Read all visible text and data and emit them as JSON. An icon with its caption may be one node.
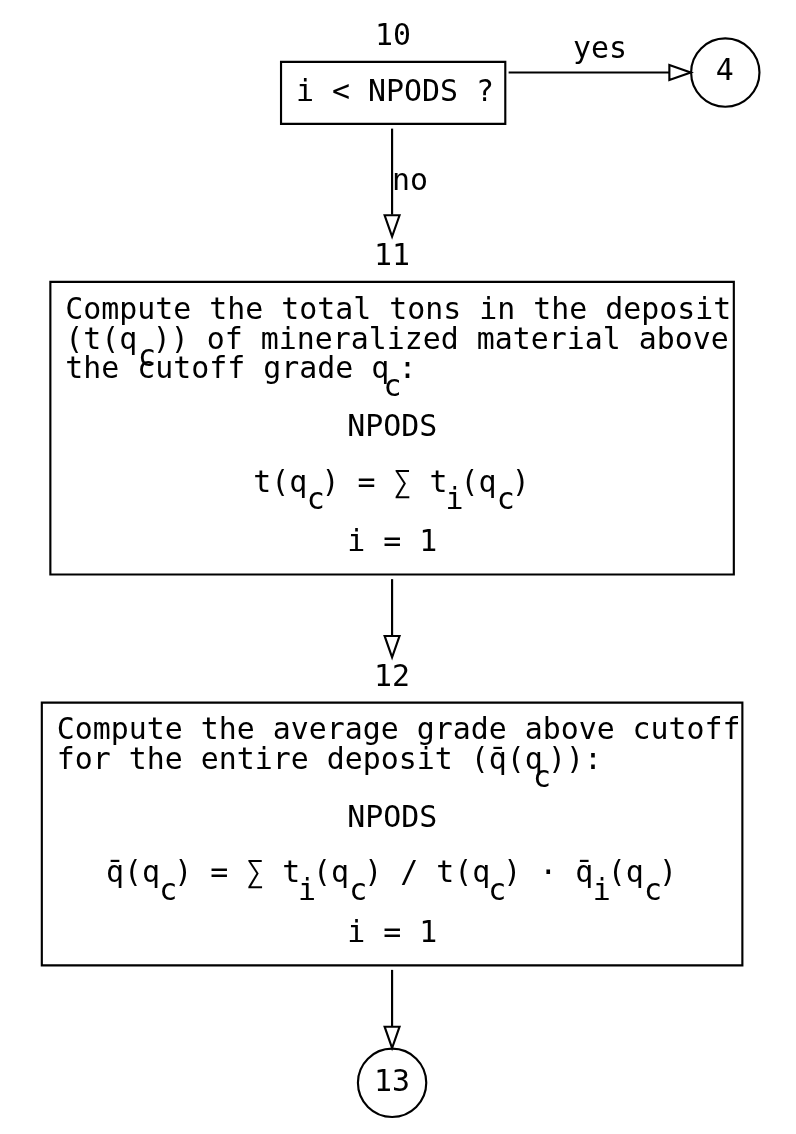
{
  "diagram": {
    "nodes": [
      {
        "text": [
          "i < NPODS ?"
        ],
        "beside": [
          "10"
        ]
      },
      {
        "text": [
          "4"
        ]
      },
      {
        "text": [
          "Compute the total tons in the deposit (t(q$_{c}$)) of mineralized material above the cutoff grade q$_{c}$:",
          "NPODS",
          "t(q$_{c}$) = ∑ t$_{i}$(q$_{c}$)",
          "i = 1"
        ],
        "beside": [
          "11"
        ]
      },
      {
        "text": [
          "Compute the average grade above cutoff for the entire deposit (q̄(q$_{c}$)):",
          "NPODS",
          "q̄(q$_{c}$) = ∑ t$_{i}$(q$_{c}$) / t(q$_{c}$) · q̄$_{i}$(q$_{c}$)",
          "i = 1"
        ],
        "beside": [
          "12"
        ]
      },
      {
        "text": [
          "13"
        ]
      }
    ],
    "edges": [
      {
        "from": 0,
        "to": 1,
        "arrow": "to",
        "label": "yes"
      },
      {
        "from": 0,
        "to": 2,
        "arrow": "to",
        "label": "no"
      },
      {
        "from": 2,
        "to": 3,
        "arrow": "to"
      },
      {
        "from": 3,
        "to": 4,
        "arrow": "to"
      }
    ]
  }
}
